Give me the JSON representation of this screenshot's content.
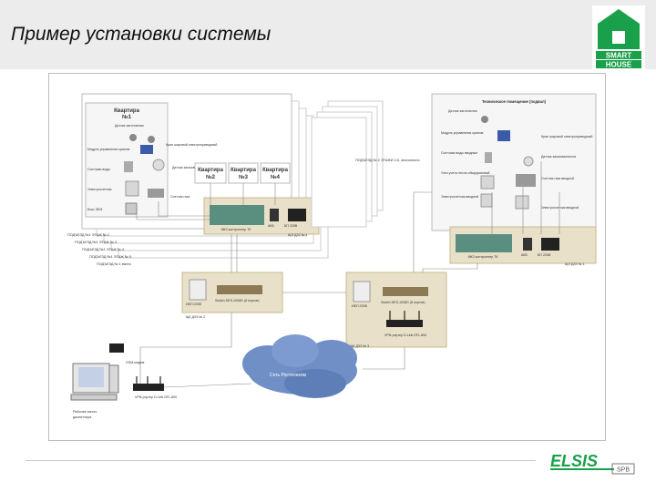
{
  "slide": {
    "title": "Пример установки системы"
  },
  "logo": {
    "line1": "SMART",
    "line2": "HOUSE"
  },
  "footer_logo": {
    "brand": "ELSIS",
    "sub": "SPB"
  },
  "apartment1": {
    "title_line1": "Квартира",
    "title_line2": "№1",
    "items": [
      "Датчик затопления",
      "Модуль управления краном",
      "Кран шаровой электроприводный",
      "Счетчики воды",
      "Датчик загазованности",
      "Электросчетчик",
      "Счетчик газа",
      "Бокс ЗЕМ"
    ]
  },
  "apartments": [
    {
      "line1": "Квартира",
      "line2": "№2"
    },
    {
      "line1": "Квартира",
      "line2": "№3"
    },
    {
      "line1": "Квартира",
      "line2": "№4"
    }
  ],
  "controller_left": {
    "caption": "МКЗ контроллер ТК",
    "ibp_label": "АКБ",
    "bp_label": "БП 220В",
    "cabinet": "ЩЭ ДЗЗ № 1"
  },
  "stair_labels": [
    "ПОДЪЕЗД №1 ЭТАЖ № 2",
    "ПОДЪЕЗД №1 ЭТАЖ № 3",
    "ПОДЪЕЗД №1 ЭТАЖ № 4",
    "ПОДЪЕЗД №1 ЭТАЖ № 5",
    "ПОДЪЕЗД № 1 вахта"
  ],
  "porch_note": "ПОДЪЕЗД № 2 ЭТАЖИ 2-5, аналогично",
  "tech_room": {
    "title": "Техническое помещение (подвал)",
    "items": [
      "Датчик затопления",
      "Модуль управления краном",
      "Кран шаровой электроприводный",
      "Счетчики воды вводные",
      "Датчик загазованности",
      "Узел учета тепла общедомовый",
      "Счетчик газа вводной",
      "Электросчетчик вводной",
      "Электросчетчик вводной"
    ],
    "controller": "МКЗ контроллер ТК",
    "ibp_label": "АКБ",
    "bp_label": "БП 220В",
    "cabinet": "ЩЭ ДЗЗ № 1"
  },
  "switch_left": {
    "device1": "ИБП 220В",
    "device2": "Switch DES-1008D (8 портов)",
    "cabinet": "ЩК ДЗЗ № 2"
  },
  "switch_right": {
    "device1": "ИБП 220В",
    "device2": "Switch DES-1008D (8 портов)",
    "router": "VPN-роутер D-Link DFL-800",
    "cabinet": "ЩК ДЗЗ № 3"
  },
  "cloud": {
    "label": "Сеть Ростелеком"
  },
  "workstation": {
    "modem": "GSM-модем",
    "router": "VPN-роутер D-Link DFL-800",
    "caption_line1": "Рабочее место",
    "caption_line2": "диспетчера"
  },
  "colors": {
    "accent_green": "#1aa04a",
    "rack_bg": "#e8e0c8",
    "cloud": "#6f8fc6",
    "device": "#5a8f80"
  }
}
